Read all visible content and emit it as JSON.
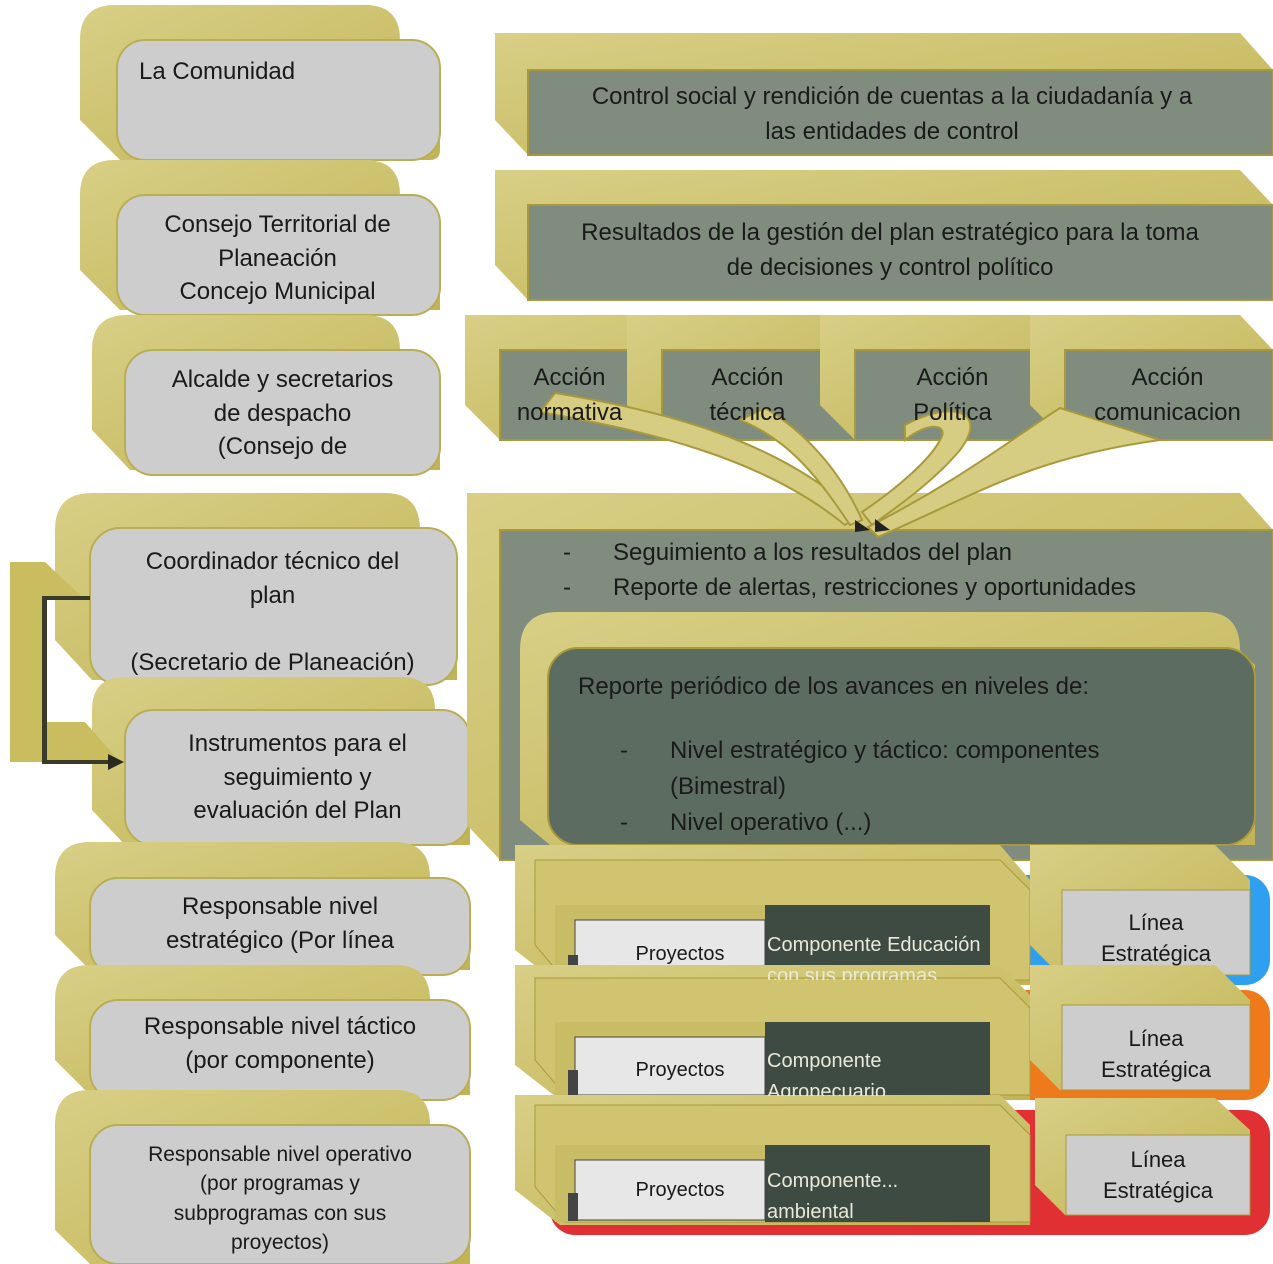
{
  "colors": {
    "olive_face": "#d2c878",
    "olive_dark": "#c4b65a",
    "olive_edge": "#a89a3c",
    "gray_box": "#cdcdcd",
    "teal_gray": "#7f8c7e",
    "dark_teal": "#5d6c61",
    "very_dark": "#3e4b42",
    "blue": "#2f9ff0",
    "orange": "#ee7a1c",
    "red": "#e03034"
  },
  "left_boxes": [
    {
      "id": "comunidad",
      "text": "La Comunidad"
    },
    {
      "id": "consejo",
      "text": "Consejo Territorial de\nPlaneación\nConcejo Municipal"
    },
    {
      "id": "alcalde",
      "text": "Alcalde y secretarios\nde despacho\n(Consejo de"
    },
    {
      "id": "coordinador",
      "text": "Coordinador técnico del\nplan\n\n(Secretario de Planeación)"
    },
    {
      "id": "instrumentos",
      "text": "Instrumentos para el\nseguimiento y\nevaluación del Plan"
    },
    {
      "id": "estrategico",
      "text": "Responsable nivel\nestratégico (Por línea"
    },
    {
      "id": "tactico",
      "text": "Responsable nivel táctico\n(por componente)"
    },
    {
      "id": "operativo",
      "text": "Responsable nivel operativo\n(por programas y\nsubprogramas con  sus\nproyectos)"
    }
  ],
  "right_boxes": {
    "control": "Control social y rendición de cuentas a la ciudadanía y a\nlas entidades de control",
    "resultados": "Resultados de la gestión del plan estratégico para la toma\nde decisiones y control político"
  },
  "acciones": [
    {
      "id": "normativa",
      "text": "Acción\nnormativa"
    },
    {
      "id": "tecnica",
      "text": "Acción\ntécnica"
    },
    {
      "id": "politica",
      "text": "Acción\nPolítica"
    },
    {
      "id": "comunicacion",
      "text": "Acción\ncomunicacion"
    }
  ],
  "seguimiento": {
    "items": [
      "Seguimiento a los resultados del plan",
      "Reporte de alertas, restricciones y oportunidades"
    ]
  },
  "reporte": {
    "title": "Reporte periódico de los avances en niveles de:",
    "items": [
      "Nivel estratégico y táctico: componentes\n(Bimestral)",
      "Nivel operativo (...)"
    ]
  },
  "stacks": [
    {
      "id": "educacion",
      "color": "blue",
      "proyectos": "Proyectos",
      "componente": "Componente Educación\ncon sus programas",
      "linea": "Línea\nEstratégica"
    },
    {
      "id": "agropecuario",
      "color": "orange",
      "proyectos": "Proyectos",
      "componente": "Componente Agropecuario\ncon sus programas",
      "linea": "Línea\nEstratégica"
    },
    {
      "id": "ambiental",
      "color": "red",
      "proyectos": "Proyectos",
      "componente": "Componente... ambiental\ncon sus programas",
      "linea": "Línea\nEstratégica"
    }
  ]
}
